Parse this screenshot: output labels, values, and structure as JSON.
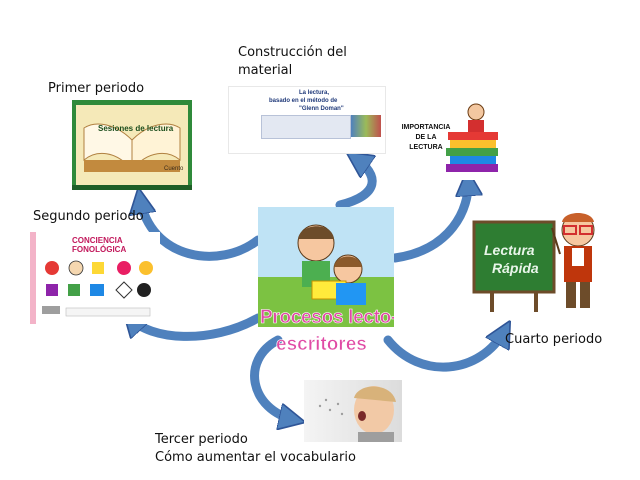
{
  "center": {
    "title_line1": "Procesos lecto-",
    "title_line2": "escritores"
  },
  "nodes": {
    "primer": {
      "label": "Primer periodo",
      "image_text": "Sesiones de lectura",
      "image_subtext": "Cuento"
    },
    "construccion": {
      "label_line1": "Construcción del",
      "label_line2": "material",
      "image_title_line1": "La lectura,",
      "image_title_line2": "basado en el método de",
      "image_title_line3": "\"Glenn Doman\""
    },
    "importancia": {
      "image_text_line1": "IMPORTANCIA",
      "image_text_line2": "DE LA",
      "image_text_line3": "LECTURA"
    },
    "segundo": {
      "label": "Segundo periodo",
      "image_title_line1": "CONCIENCIA",
      "image_title_line2": "FONOLÓGICA"
    },
    "cuarto": {
      "label": "Cuarto periodo",
      "image_text_line1": "Lectura",
      "image_text_line2": "Rápida"
    },
    "tercero": {
      "label_line1": "Tercer periodo",
      "label_line2": "Cómo aumentar el vocabulario"
    }
  },
  "colors": {
    "arrow_fill": "#4f81bd",
    "arrow_stroke": "#2f5597",
    "center_title_fill": "#e04aa5",
    "center_title_stroke": "#ffffff",
    "chalkboard": "#2e7d32"
  },
  "icons": [
    "children-reading-illustration",
    "book-illustration",
    "books-stack-icon",
    "professor-character-icon",
    "child-speaking-photo"
  ]
}
